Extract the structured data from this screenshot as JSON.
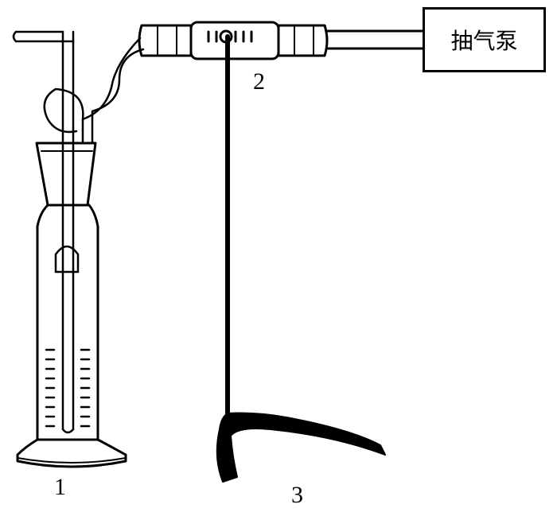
{
  "diagram": {
    "labels": {
      "bottle": "1",
      "tube": "2",
      "stand": "3"
    },
    "pump_label": "抽气泵",
    "colors": {
      "stroke": "#000000",
      "background": "#ffffff"
    }
  }
}
